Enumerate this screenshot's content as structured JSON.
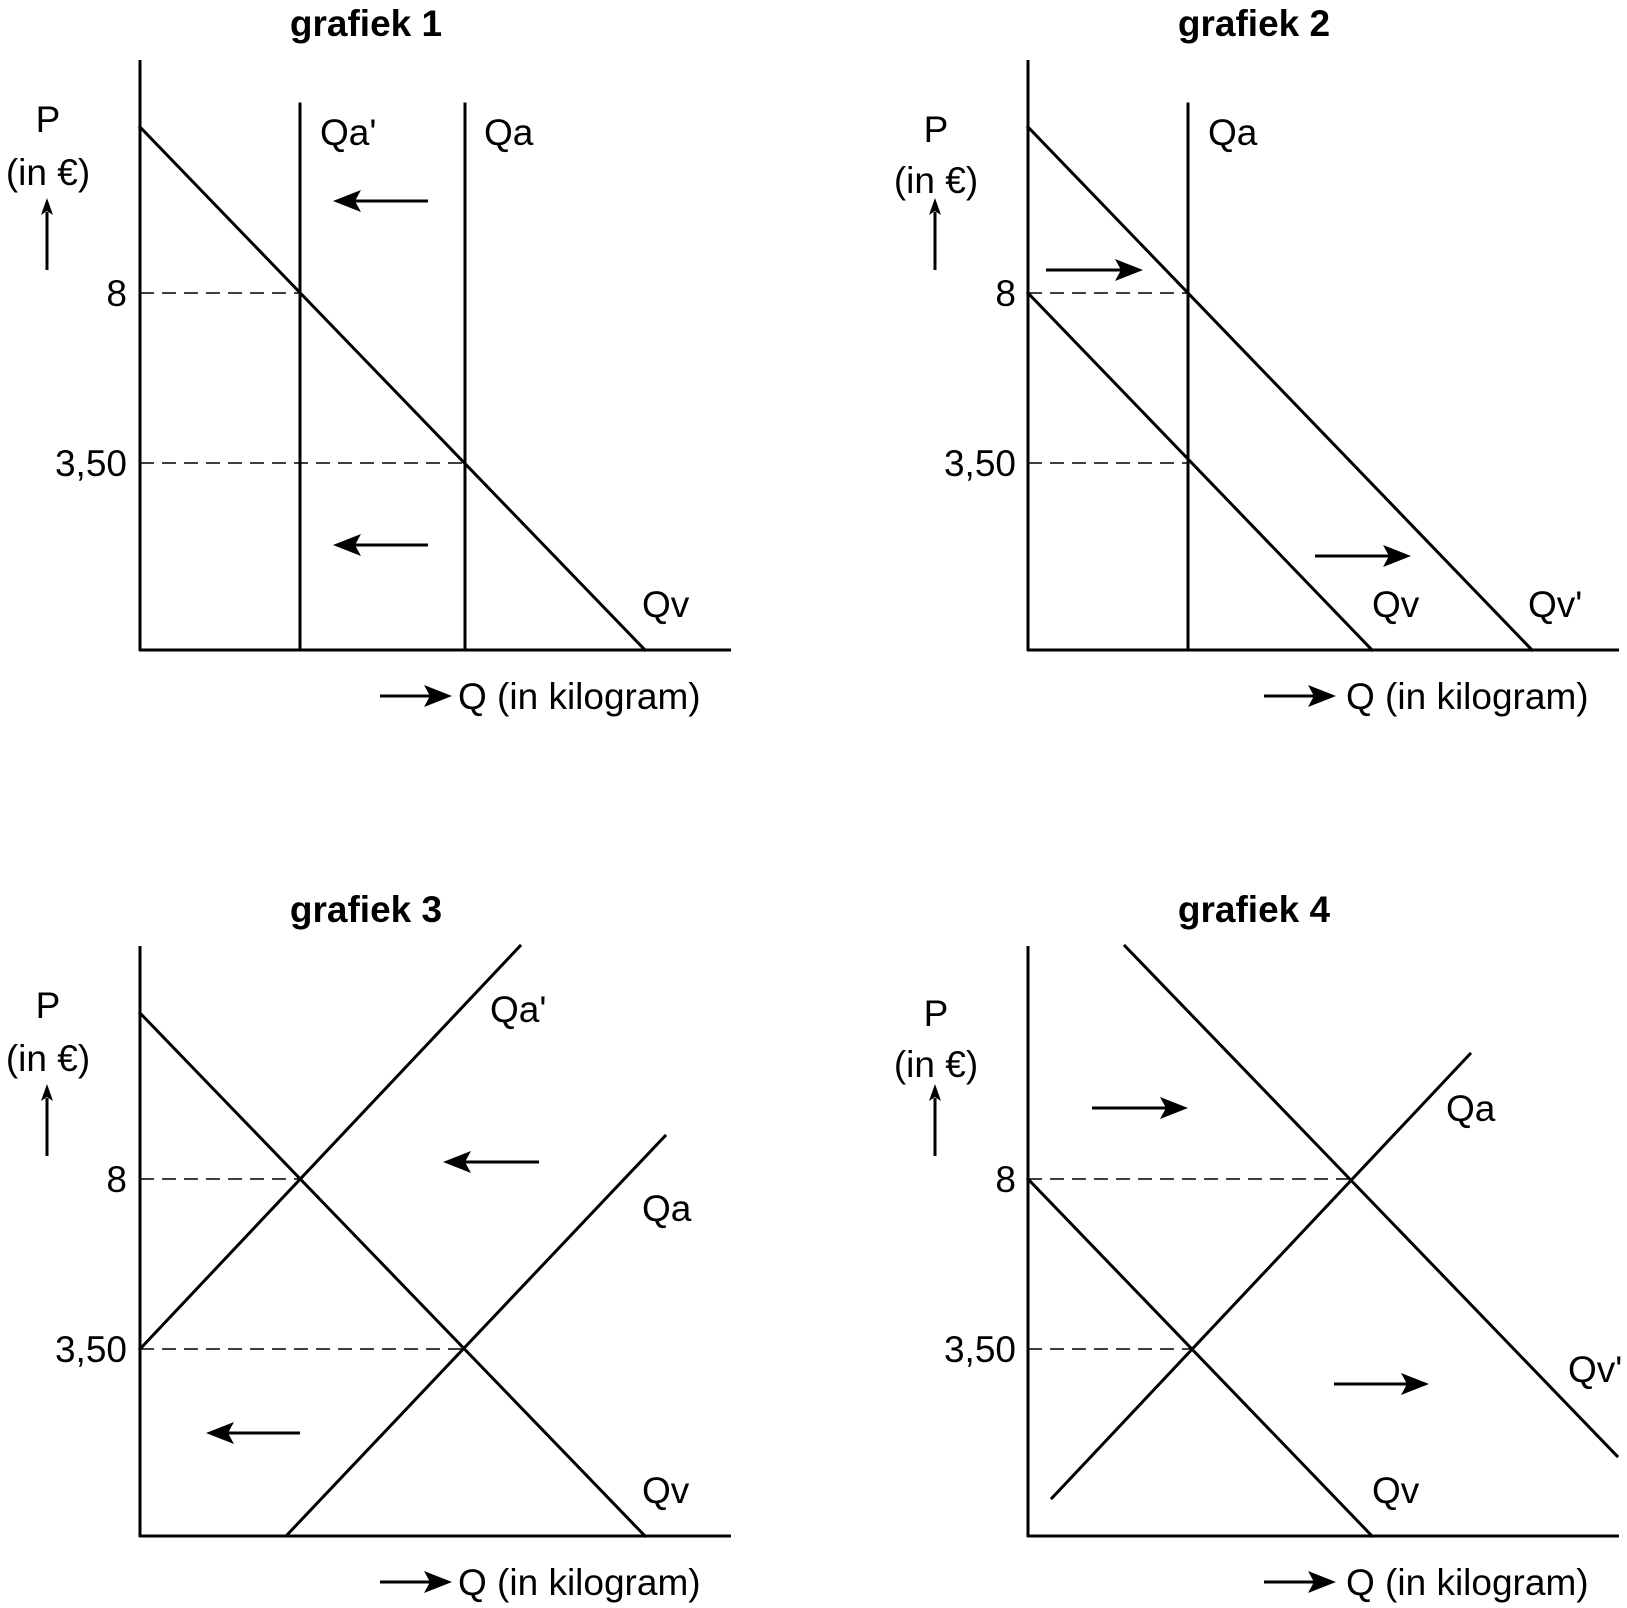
{
  "graphs": [
    {
      "title": "grafiek 1",
      "y_axis_label": "P",
      "y_axis_unit": "(in €)",
      "x_axis_label": "Q (in kilogram)",
      "tick_high": "8",
      "tick_low": "3,50",
      "curves": [
        "Qa'",
        "Qa",
        "Qv"
      ]
    },
    {
      "title": "grafiek 2",
      "y_axis_label": "P",
      "y_axis_unit": "(in €)",
      "x_axis_label": "Q (in kilogram)",
      "tick_high": "8",
      "tick_low": "3,50",
      "curves": [
        "Qa",
        "Qv",
        "Qv'"
      ]
    },
    {
      "title": "grafiek 3",
      "y_axis_label": "P",
      "y_axis_unit": "(in €)",
      "x_axis_label": "Q (in kilogram)",
      "tick_high": "8",
      "tick_low": "3,50",
      "curves": [
        "Qa'",
        "Qa",
        "Qv"
      ]
    },
    {
      "title": "grafiek 4",
      "y_axis_label": "P",
      "y_axis_unit": "(in €)",
      "x_axis_label": "Q (in kilogram)",
      "tick_high": "8",
      "tick_low": "3,50",
      "curves": [
        "Qa",
        "Qv'",
        "Qv"
      ]
    }
  ]
}
